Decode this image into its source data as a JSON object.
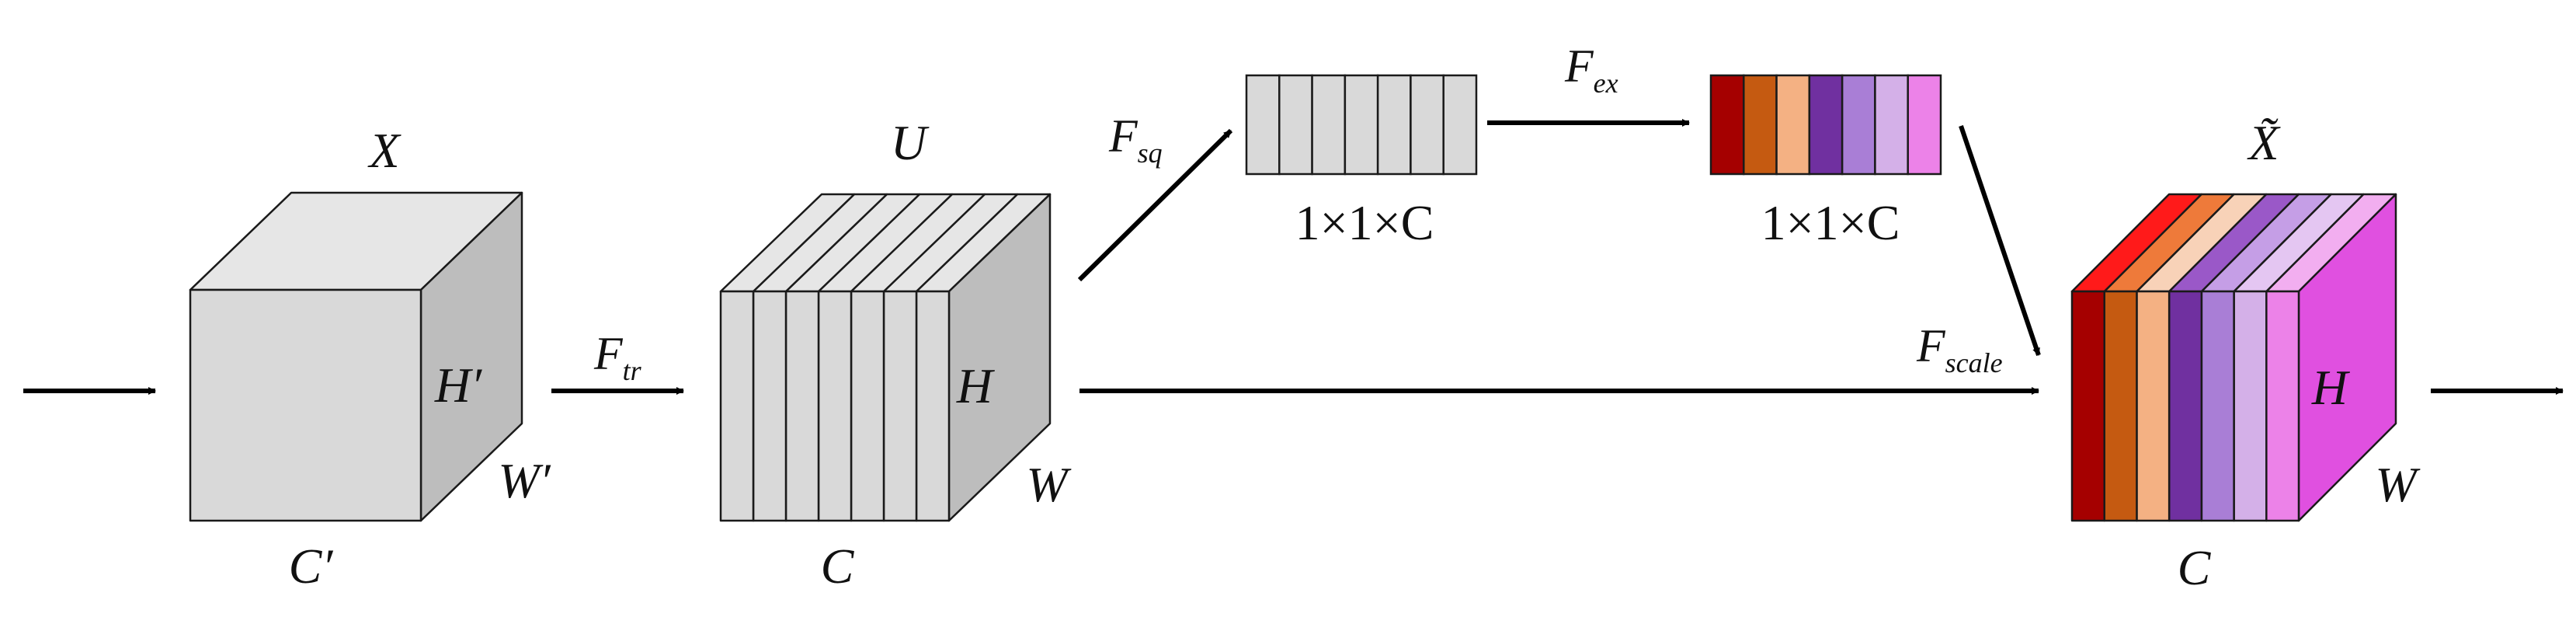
{
  "labels": {
    "X": "X",
    "H_prime": "H′",
    "W_prime": "W′",
    "C_prime": "C′",
    "U": "U",
    "H_u": "H",
    "W_u": "W",
    "C_u": "C",
    "X_tilde": "X̃",
    "H_out": "H",
    "W_out": "W",
    "C_out": "C",
    "F_tr_base": "F",
    "F_tr_sub": "tr",
    "F_sq_base": "F",
    "F_sq_sub": "sq",
    "F_ex_base": "F",
    "F_ex_sub": "ex",
    "F_scale_base": "F",
    "F_scale_sub": "scale",
    "squeeze_dim": "1×1×C",
    "excite_dim": "1×1×C"
  },
  "colors": {
    "gray_front": "#d9d9d9",
    "gray_top": "#e6e6e6",
    "gray_side": "#bdbdbd",
    "excite_bars": [
      "#a50000",
      "#c55a11",
      "#f4b183",
      "#7030a0",
      "#a97ed6",
      "#d4b0e8",
      "#ec82e8"
    ],
    "out_front": [
      "#a50000",
      "#c55a11",
      "#f4b183",
      "#7030a0",
      "#a97ed6",
      "#d4b0e8",
      "#ec82e8"
    ],
    "out_top": [
      "#ff1a1a",
      "#ee7a3a",
      "#f8d2b8",
      "#9a58c8",
      "#c59ee6",
      "#e4c6f2",
      "#f2aef0"
    ],
    "out_side": "#e050e0"
  }
}
